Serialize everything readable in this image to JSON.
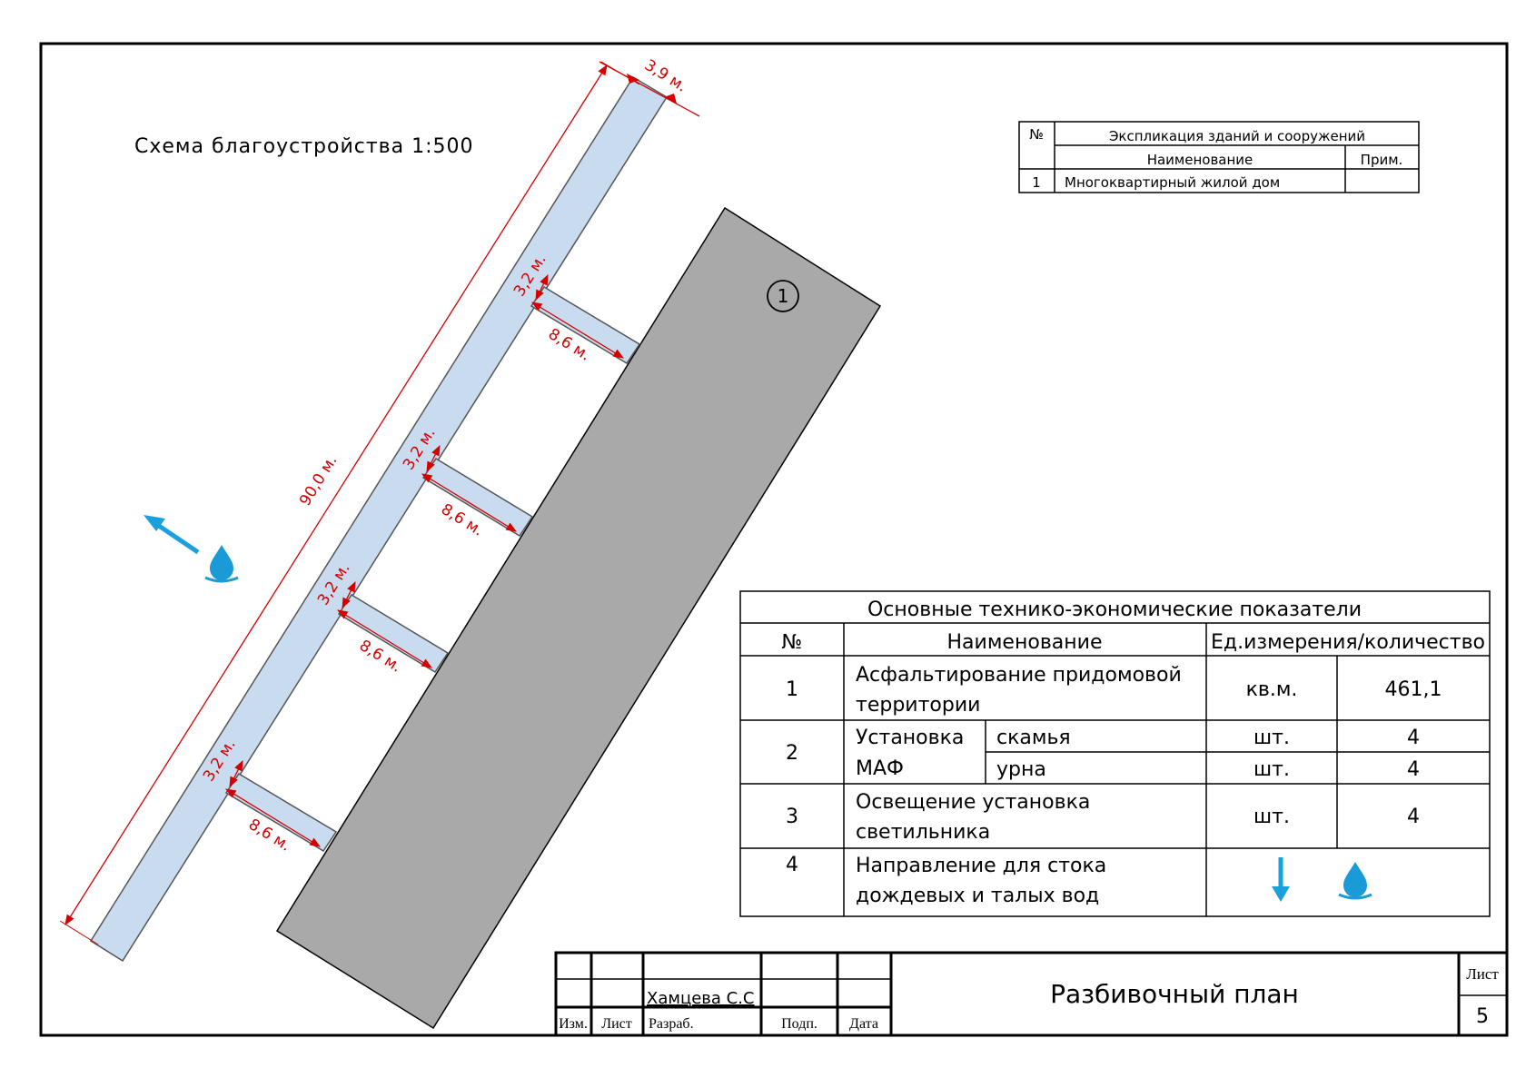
{
  "scheme_title": "Схема благоустройства 1:500",
  "building_marker": "1",
  "dimensions": {
    "path_length": "90,0 м.",
    "path_width": "3,9 м.",
    "branches": [
      {
        "width": "3,2 м.",
        "length": "8,6 м."
      },
      {
        "width": "3,2 м.",
        "length": "8,6 м."
      },
      {
        "width": "3,2 м.",
        "length": "8,6 м."
      },
      {
        "width": "3,2 м.",
        "length": "8,6 м."
      }
    ]
  },
  "explication": {
    "num_header": "№",
    "title": "Экспликация зданий и сооружений",
    "name_header": "Наименование",
    "note_header": "Прим.",
    "rows": [
      {
        "num": "1",
        "name": "Многоквартирный жилой дом",
        "note": ""
      }
    ]
  },
  "tep": {
    "title": "Основные технико-экономические показатели",
    "headers": {
      "num": "№",
      "name": "Наименование",
      "unit": "Ед.измерения/количество"
    },
    "row1": {
      "num": "1",
      "name_line1": "Асфальтирование придомовой",
      "name_line2": "территории",
      "unit": "кв.м.",
      "value": "461,1"
    },
    "row2": {
      "num": "2",
      "name_line1": "Установка",
      "name_line2": "МАФ",
      "sub1": {
        "name": "скамья",
        "unit": "шт.",
        "value": "4"
      },
      "sub2": {
        "name": "урна",
        "unit": "шт.",
        "value": "4"
      }
    },
    "row3": {
      "num": "3",
      "name_line1": "Освещение установка",
      "name_line2": "светильника",
      "unit": "шт.",
      "value": "4"
    },
    "row4": {
      "num": "4",
      "name_line1": "Направление для стока",
      "name_line2": "дождевых и талых вод"
    }
  },
  "stamp": {
    "author": "Хамцева С.С",
    "izm": "Изм.",
    "list": "Лист",
    "razrab": "Разраб.",
    "podp": "Подп.",
    "data": "Дата",
    "title": "Разбивочный план",
    "sheet_label": "Лист",
    "sheet_number": "5"
  },
  "colors": {
    "path_fill": "#c9dcef",
    "building_fill": "#a9a9a9",
    "dimension": "#d40000",
    "water_arrow": "#1aa0dc"
  },
  "icons": [
    "water-drop-icon",
    "runoff-arrow-icon"
  ]
}
